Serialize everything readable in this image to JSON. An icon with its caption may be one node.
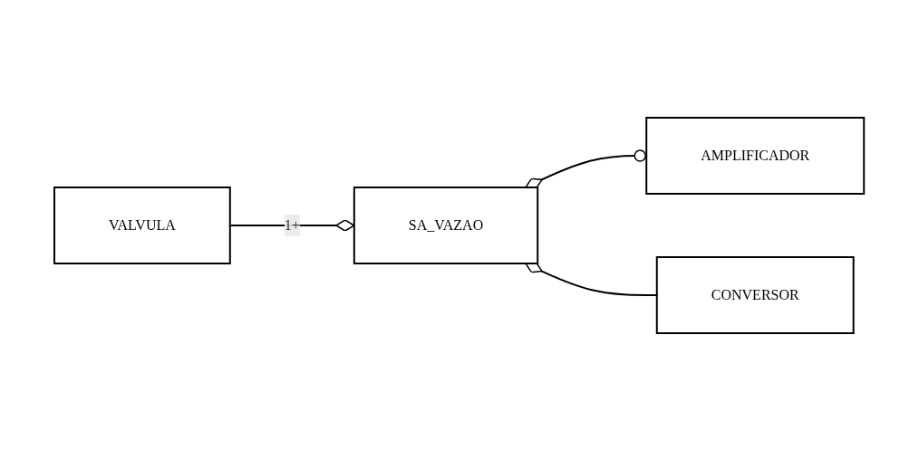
{
  "diagram": {
    "nodes": [
      {
        "text": [
          "VALVULA"
        ]
      },
      {
        "text": [
          "SA_VAZAO"
        ]
      },
      {
        "text": [
          "AMPLIFICADOR"
        ]
      },
      {
        "text": [
          "CONVERSOR"
        ]
      }
    ],
    "edges": [
      {
        "from": 0,
        "to": 1,
        "arrow": "other",
        "label": "1+"
      },
      {
        "from": 2,
        "to": 1,
        "arrow": "other"
      },
      {
        "from": 3,
        "to": 1,
        "arrow": "other"
      }
    ]
  }
}
